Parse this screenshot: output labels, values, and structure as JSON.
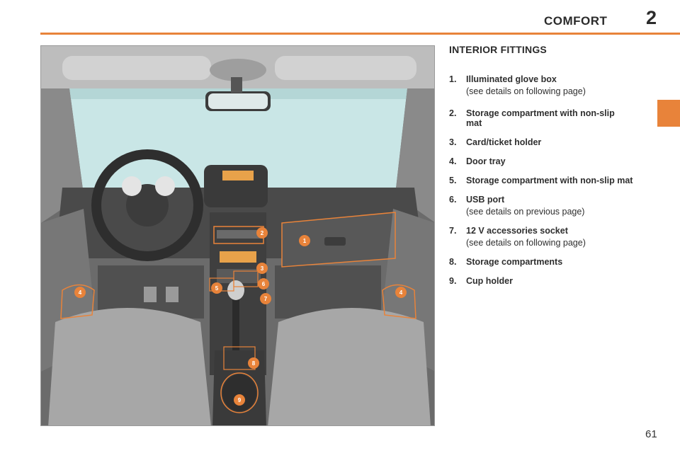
{
  "header": {
    "title": "COMFORT",
    "chapter": "2"
  },
  "section_title": "INTERIOR FITTINGS",
  "items": [
    {
      "num": "1.",
      "label": "Illuminated glove box",
      "note": "(see details on following page)"
    },
    {
      "num": "2.",
      "label": "Storage compartment with non-slip mat",
      "note": ""
    },
    {
      "num": "3.",
      "label": "Card/ticket holder",
      "note": ""
    },
    {
      "num": "4.",
      "label": "Door tray",
      "note": ""
    },
    {
      "num": "5.",
      "label": "Storage compartment with non-slip mat",
      "note": ""
    },
    {
      "num": "6.",
      "label": "USB port",
      "note": "(see details on previous page)"
    },
    {
      "num": "7.",
      "label": "12 V accessories socket",
      "note": "(see details on following page)"
    },
    {
      "num": "8.",
      "label": "Storage compartments",
      "note": ""
    },
    {
      "num": "9.",
      "label": "Cup holder",
      "note": ""
    }
  ],
  "callouts": [
    "1",
    "2",
    "3",
    "4",
    "4",
    "5",
    "6",
    "7",
    "8",
    "9"
  ],
  "page_number": "61",
  "colors": {
    "accent": "#e8833a",
    "text": "#2b2b2b"
  }
}
